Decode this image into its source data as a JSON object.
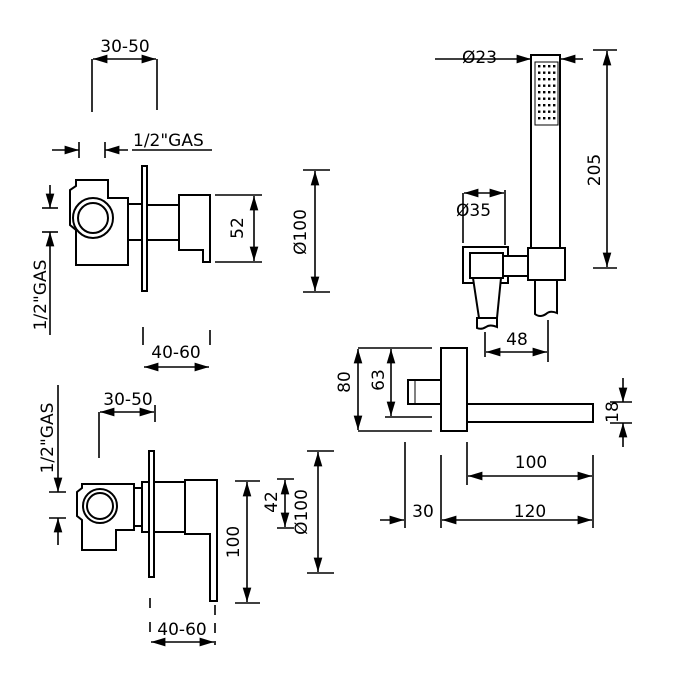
{
  "drawing": {
    "top_valve": {
      "width_range": "30-50",
      "thread_horizontal": "1/2\"GAS",
      "thread_vertical": "1/2\"GAS",
      "handle_height": "52",
      "plate_diameter": "Ø100",
      "depth_range": "40-60"
    },
    "bottom_valve": {
      "thread_vertical": "1/2\"GAS",
      "width_range": "30-50",
      "handle_height": "100",
      "offset": "42",
      "plate_diameter": "Ø100",
      "depth_range": "40-60"
    },
    "hand_shower": {
      "head_diameter": "Ø23",
      "length": "205",
      "holder_diameter": "Ø35",
      "spacing": "48"
    },
    "spout": {
      "plate_height": "80",
      "inlet_height": "63",
      "spout_thickness": "18",
      "spout_length": "100",
      "wall_depth": "30",
      "total_length": "120"
    }
  }
}
